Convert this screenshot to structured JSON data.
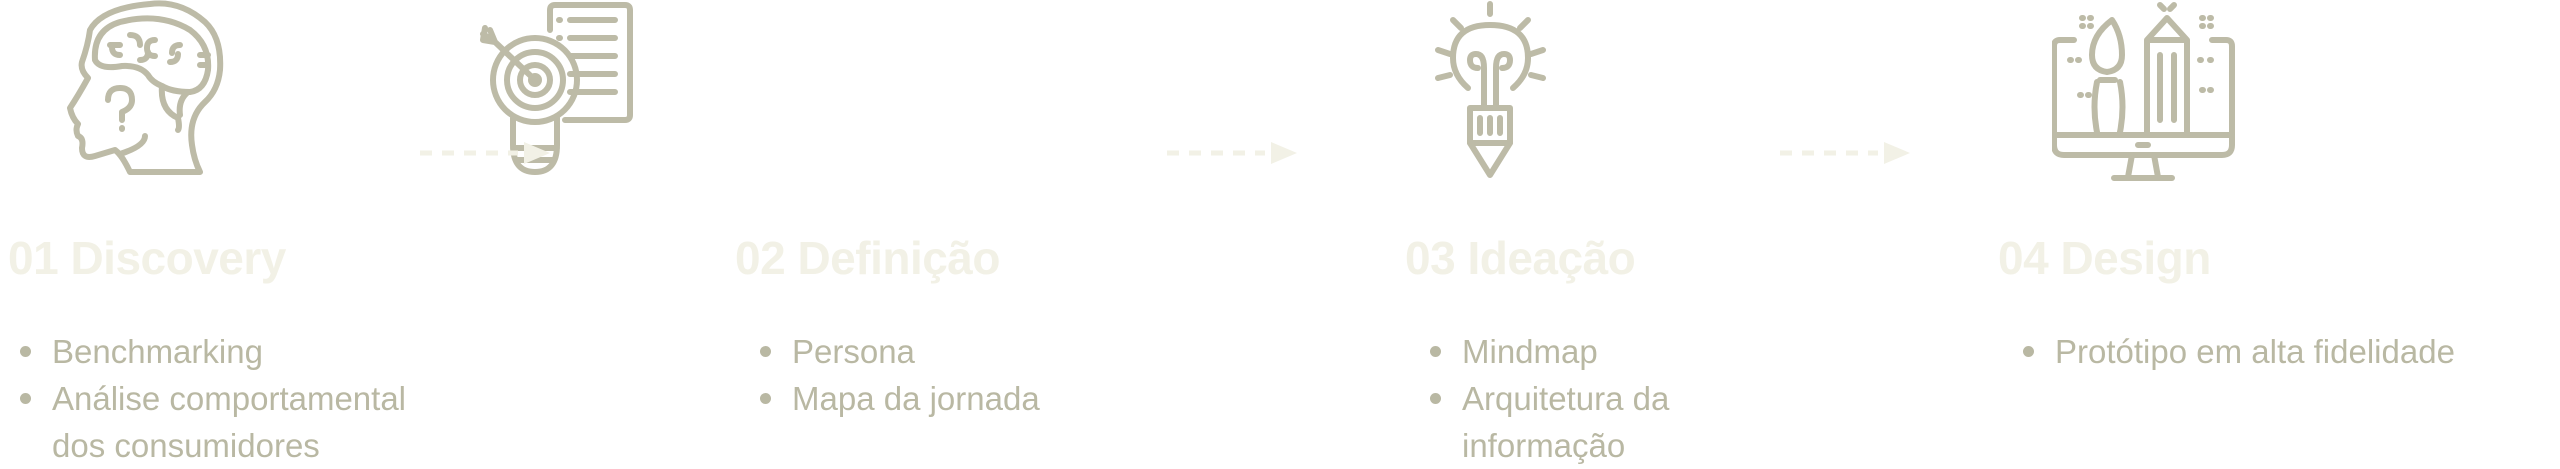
{
  "colors": {
    "icon": "#bdbba7",
    "title": "#f2f1e6",
    "text": "#b9b8a3",
    "arrow": "#f2f1e6"
  },
  "steps": [
    {
      "title": "01 Discovery",
      "icon": "brain-head-icon",
      "items": [
        "Benchmarking",
        "Análise comportamental",
        "dos consumidores"
      ]
    },
    {
      "title": "02 Definição",
      "icon": "target-document-icon",
      "items": [
        "Persona",
        "Mapa da jornada"
      ]
    },
    {
      "title": "03 Ideação",
      "icon": "lightbulb-icon",
      "items": [
        "Mindmap",
        "Arquitetura da",
        "informação"
      ]
    },
    {
      "title": "04 Design",
      "icon": "design-monitor-icon",
      "items": [
        "Protótipo em alta fidelidade"
      ]
    }
  ]
}
